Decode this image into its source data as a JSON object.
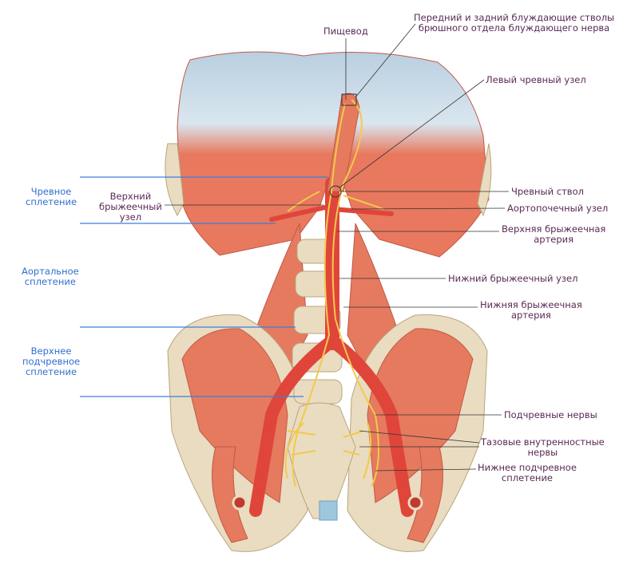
{
  "labels": {
    "esophagus": "Пищевод",
    "vagal_trunks": [
      "Передний и задний блуждающие стволы",
      "брюшного отдела блуждающего нерва"
    ],
    "left_celiac_ganglion": "Левый чревный узел",
    "celiac_plexus": [
      "Чревное",
      "сплетение"
    ],
    "superior_mesenteric_ganglion": [
      "Верхний",
      "брыжеечный",
      "узел"
    ],
    "aortic_plexus": [
      "Аортальное",
      "сплетение"
    ],
    "superior_hypogastric_plexus": [
      "Верхнее",
      "подчревное",
      "сплетение"
    ],
    "celiac_trunk": "Чревный ствол",
    "aorticorenal_ganglion": "Аортопочечный узел",
    "superior_mesenteric_artery": [
      "Верхняя брыжеечная",
      "артерия"
    ],
    "inferior_mesenteric_ganglion": "Нижний брыжеечный узел",
    "inferior_mesenteric_artery": [
      "Нижняя брыжеечная",
      "артерия"
    ],
    "hypogastric_nerves": "Подчревные нервы",
    "pelvic_splanchnic_nerves": [
      "Тазовые внутренностные",
      "нервы"
    ],
    "inferior_hypogastric_plexus": [
      "Нижнее подчревное",
      "сплетение"
    ]
  },
  "colors": {
    "muscle": "#e8785e",
    "bone": "#e9dcc0",
    "artery": "#e0453a",
    "nerve": "#f2c94c",
    "region_line": "#3a7fe0",
    "label": "#5a2a55",
    "region_label": "#2f6fd0"
  }
}
